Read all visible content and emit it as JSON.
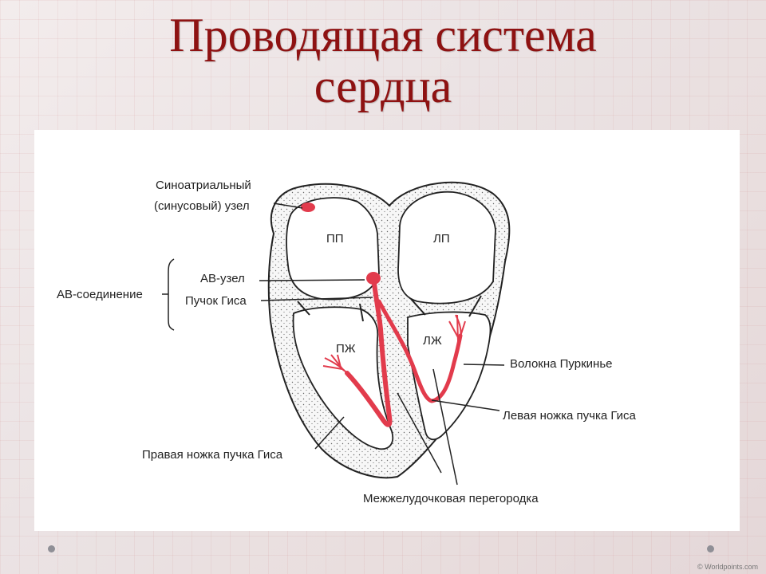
{
  "title": {
    "line1": "Проводящая система",
    "line2": "сердца"
  },
  "diagram": {
    "labels": {
      "sa_node_line1": "Синоатриальный",
      "sa_node_line2": "(синусовый) узел",
      "av_junction": "АВ-соединение",
      "av_node": "АВ-узел",
      "his_bundle": "Пучок Гиса",
      "right_atrium": "ПП",
      "left_atrium": "ЛП",
      "right_ventricle": "ПЖ",
      "left_ventricle": "ЛЖ",
      "purkinje_fibers": "Волокна Пуркинье",
      "left_bundle_branch": "Левая ножка пучка Гиса",
      "right_bundle_branch": "Правая ножка пучка Гиса",
      "septum": "Межжелудочковая перегородка"
    }
  },
  "watermark": "© Worldpoints.com",
  "colors": {
    "title": "#8e1212",
    "conduction": "#e23b4c"
  }
}
